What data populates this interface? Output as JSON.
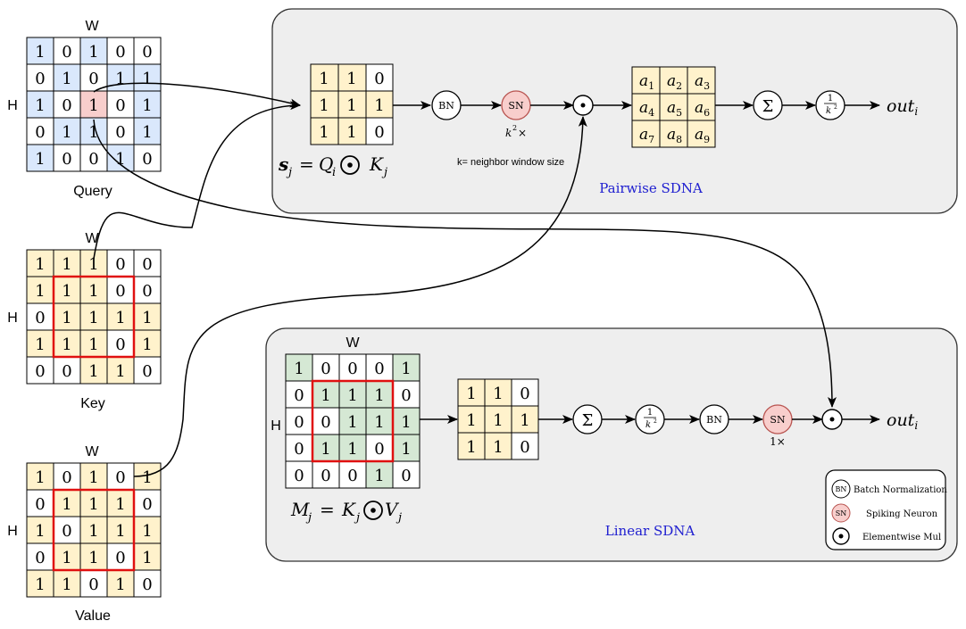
{
  "colors": {
    "blue_cell": "#dae8fc",
    "yellow_cell": "#fff2cc",
    "green_cell": "#d5e8d4",
    "pink_cell": "#f8cecc",
    "sn_fill": "#f8cecc",
    "sn_stroke": "#b85450",
    "panel_fill": "#eeeeee",
    "red_box": "#e01010",
    "title_blue": "#2020d0"
  },
  "matrices": {
    "query": {
      "label": "Query",
      "w_label": "W",
      "h_label": "H",
      "values": [
        [
          "1",
          "0",
          "1",
          "0",
          "0"
        ],
        [
          "0",
          "1",
          "0",
          "1",
          "1"
        ],
        [
          "1",
          "0",
          "1",
          "0",
          "1"
        ],
        [
          "0",
          "1",
          "1",
          "0",
          "1"
        ],
        [
          "1",
          "0",
          "0",
          "1",
          "0"
        ]
      ]
    },
    "key": {
      "label": "Key",
      "w_label": "W",
      "h_label": "H",
      "values": [
        [
          "1",
          "1",
          "1",
          "0",
          "0"
        ],
        [
          "1",
          "1",
          "1",
          "0",
          "0"
        ],
        [
          "0",
          "1",
          "1",
          "1",
          "1"
        ],
        [
          "1",
          "1",
          "1",
          "0",
          "1"
        ],
        [
          "0",
          "0",
          "1",
          "1",
          "0"
        ]
      ]
    },
    "value": {
      "label": "Value",
      "w_label": "W",
      "h_label": "H",
      "values": [
        [
          "1",
          "0",
          "1",
          "0",
          "1"
        ],
        [
          "0",
          "1",
          "1",
          "1",
          "0"
        ],
        [
          "1",
          "0",
          "1",
          "1",
          "1"
        ],
        [
          "0",
          "1",
          "1",
          "0",
          "1"
        ],
        [
          "1",
          "1",
          "0",
          "1",
          "0"
        ]
      ]
    },
    "linear_m": {
      "w_label": "W",
      "h_label": "H",
      "values": [
        [
          "1",
          "0",
          "0",
          "0",
          "1"
        ],
        [
          "0",
          "1",
          "1",
          "1",
          "0"
        ],
        [
          "0",
          "0",
          "1",
          "1",
          "1"
        ],
        [
          "0",
          "1",
          "1",
          "0",
          "1"
        ],
        [
          "0",
          "0",
          "0",
          "1",
          "0"
        ]
      ]
    },
    "pairwise_s": {
      "values": [
        [
          "1",
          "1",
          "0"
        ],
        [
          "1",
          "1",
          "1"
        ],
        [
          "1",
          "1",
          "0"
        ]
      ]
    },
    "linear_small": {
      "values": [
        [
          "1",
          "1",
          "0"
        ],
        [
          "1",
          "1",
          "1"
        ],
        [
          "1",
          "1",
          "0"
        ]
      ]
    }
  },
  "pairwise": {
    "title": "Pairwise SDNA",
    "equation": {
      "s": "s",
      "j1": "j",
      "eq": "=",
      "q": "Q",
      "i": "i",
      "k": "K",
      "j2": "j"
    },
    "bn": "BN",
    "sn": "SN",
    "sn_note": {
      "k": "k",
      "exp": "2",
      "times": "×"
    },
    "window_note": "k= neighbor window size",
    "a_cells": [
      [
        {
          "a": "a",
          "s": "1"
        },
        {
          "a": "a",
          "s": "2"
        },
        {
          "a": "a",
          "s": "3"
        }
      ],
      [
        {
          "a": "a",
          "s": "4"
        },
        {
          "a": "a",
          "s": "5"
        },
        {
          "a": "a",
          "s": "6"
        }
      ],
      [
        {
          "a": "a",
          "s": "7"
        },
        {
          "a": "a",
          "s": "8"
        },
        {
          "a": "a",
          "s": "9"
        }
      ]
    ],
    "sum": "Σ",
    "frac": {
      "num": "1",
      "den": "k",
      "exp": "2"
    },
    "out": {
      "o": "out",
      "i": "i"
    }
  },
  "linear": {
    "title": "Linear SDNA",
    "equation": {
      "m": "M",
      "j1": "j",
      "eq": "=",
      "k": "K",
      "j2": "j",
      "v": "V",
      "j3": "j"
    },
    "sum": "Σ",
    "frac": {
      "num": "1",
      "den": "k",
      "exp": "2"
    },
    "bn": "BN",
    "sn": "SN",
    "sn_note": "1×",
    "out": {
      "o": "out",
      "i": "i"
    }
  },
  "legend": {
    "bn_symbol": "BN",
    "bn_text": "Batch Normalization",
    "sn_symbol": "SN",
    "sn_text": "Spiking Neuron",
    "mul_text": "Elementwise Mul"
  }
}
